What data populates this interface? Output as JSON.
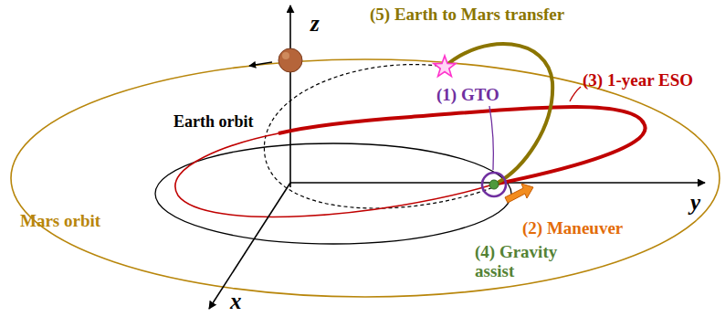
{
  "diagram": {
    "labels": [
      "(5) Earth to Mars transfer",
      "z",
      "(3) 1-year ESO",
      "(1) GTO",
      "Earth orbit",
      "(2) Maneuver",
      "y",
      "Mars orbit",
      "(4) Gravity assist",
      "x"
    ]
  }
}
